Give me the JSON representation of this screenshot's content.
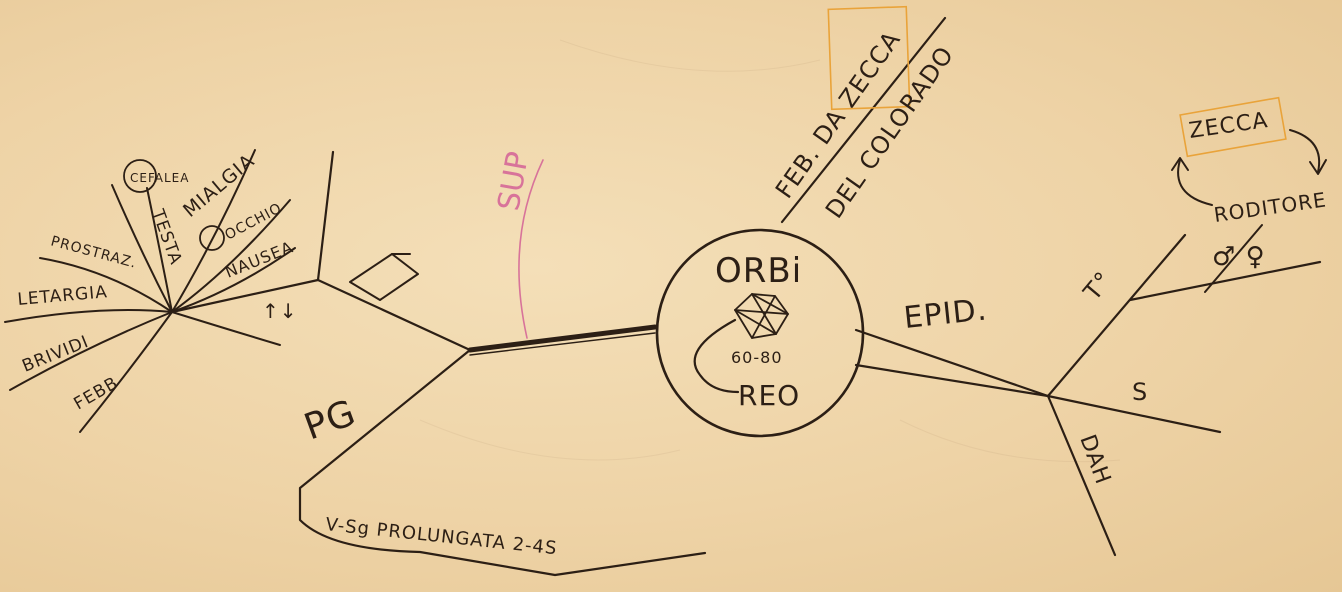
{
  "center": {
    "title": "ORBi",
    "range": "60-80",
    "bottom": "REO"
  },
  "top_branch": {
    "line1_a": "FEB. DA ",
    "line1_b": "ZECCA",
    "line2": "DEL COLORADO"
  },
  "left_branch": {
    "symptoms": [
      "CEFALEA",
      "TESTA",
      "MIALGIA",
      "OCCHIO",
      "NAUSEA",
      "PROSTRAZ.",
      "LETARGIA",
      "BRIVIDI",
      "FEBB"
    ],
    "arrow_label": "↑↓",
    "pg": "PG",
    "bottom_note": "V-Sg PROLUNGATA 2-4S",
    "sup": "SUP"
  },
  "right_branch": {
    "epid": "EPID.",
    "t": "T°",
    "s": "S",
    "dah": "DAH",
    "vector_top": "ZECCA",
    "vector_bottom": "RODITORE",
    "crossed": "♂ ♀"
  }
}
